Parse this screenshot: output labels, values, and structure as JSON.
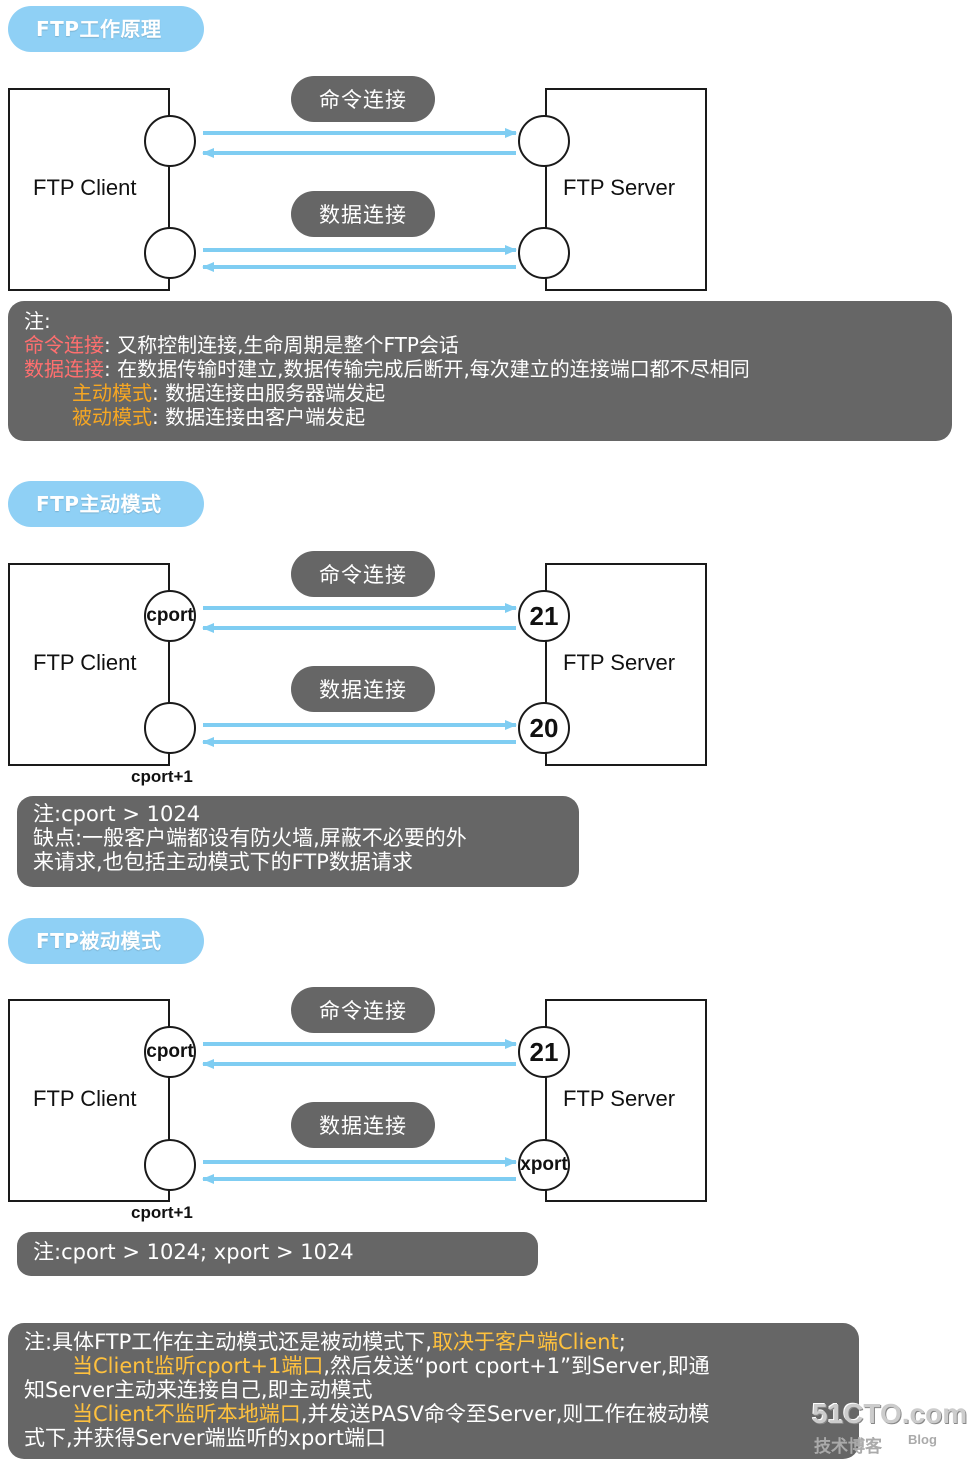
{
  "section1": {
    "title": "FTP工作原理",
    "client_label": "FTP Client",
    "server_label": "FTP Server",
    "cmd_conn": "命令连接",
    "data_conn": "数据连接",
    "note": {
      "heading": "注:",
      "line1_key": "命令连接",
      "line1_text": ": 又称控制连接,生命周期是整个FTP会话",
      "line2_key": "数据连接",
      "line2_text": ": 在数据传输时建立,数据传输完成后断开,每次建立的连接端口都不尽相同",
      "line3_key": "主动模式",
      "line3_text": ": 数据连接由服务器端发起",
      "line4_key": "被动模式",
      "line4_text": ": 数据连接由客户端发起"
    }
  },
  "section2": {
    "title": "FTP主动模式",
    "client_label": "FTP Client",
    "server_label": "FTP Server",
    "cmd_conn": "命令连接",
    "data_conn": "数据连接",
    "client_port_top": "cport",
    "client_port_bottom_label": "cport+1",
    "server_port_top": "21",
    "server_port_bottom": "20",
    "note": {
      "line1": "注:cport > 1024",
      "line2": "缺点:一般客户端都设有防火墙,屏蔽不必要的外",
      "line3": "来请求,也包括主动模式下的FTP数据请求"
    }
  },
  "section3": {
    "title": "FTP被动模式",
    "client_label": "FTP Client",
    "server_label": "FTP Server",
    "cmd_conn": "命令连接",
    "data_conn": "数据连接",
    "client_port_top": "cport",
    "client_port_bottom_label": "cport+1",
    "server_port_top": "21",
    "server_port_bottom": "xport",
    "note": {
      "line1": "注:cport > 1024; xport > 1024"
    }
  },
  "summary": {
    "l1_a": "注:具体FTP工作在主动模式还是被动模式下,",
    "l1_b": "取决于客户端Client",
    "l1_c": ";",
    "l2_a": "当Client监听cport+1端口",
    "l2_b": ",然后发送“port cport+1”到Server,即通",
    "l3": "知Server主动来连接自己,即主动模式",
    "l4_a": "当Client不监听本地端口",
    "l4_b": ",并发送PASV命令至Server,则工作在被动模",
    "l5": "式下,并获得Server端监听的xport端口"
  },
  "watermark": {
    "main": "51CTO.com",
    "sub": "技术博客",
    "blog": "Blog"
  },
  "colors": {
    "pill_blue": "#8fd0f5",
    "arrow_blue": "#7fcdf2",
    "gray": "#666666",
    "red": "#ff6f6f",
    "orange": "#f5a623"
  }
}
